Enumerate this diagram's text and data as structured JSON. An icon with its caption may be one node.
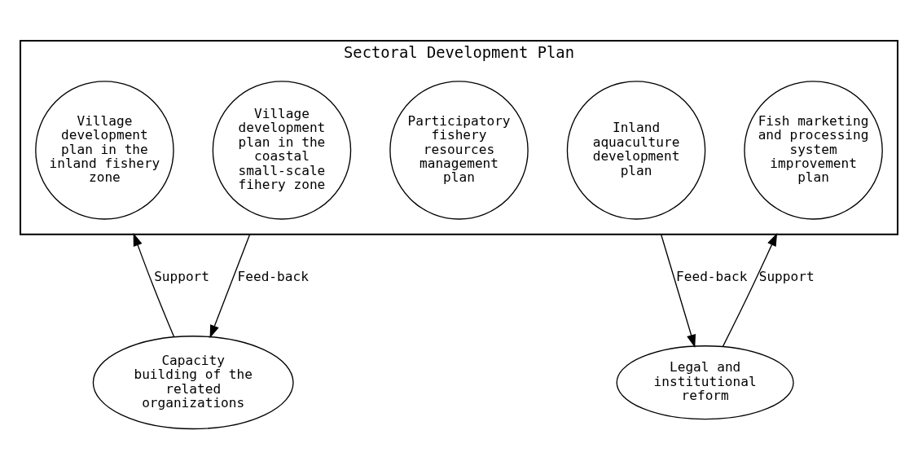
{
  "diagram": {
    "nodes": [
      {
        "text": [
          "Sectoral Development Plan"
        ]
      },
      {
        "text": [
          "Village development plan in the inland fishery zone"
        ],
        "in": 0
      },
      {
        "text": [
          "Village development plan in the coastal small-scale fihery zone"
        ],
        "in": 0
      },
      {
        "text": [
          "Participatory fishery resources management plan"
        ],
        "in": 0
      },
      {
        "text": [
          "Inland aquaculture development plan"
        ],
        "in": 0
      },
      {
        "text": [
          "Fish marketing and processing system improvement plan"
        ],
        "in": 0
      },
      {
        "text": [
          "Capacity building of the related organizations"
        ]
      },
      {
        "text": [
          "Legal and institutional reform"
        ]
      }
    ],
    "edges": [
      {
        "from": 6,
        "to": 0,
        "arrow": "to",
        "label": "Support"
      },
      {
        "from": 0,
        "to": 6,
        "arrow": "to",
        "label": "Feed-back"
      },
      {
        "from": 0,
        "to": 7,
        "arrow": "to",
        "label": "Feed-back"
      },
      {
        "from": 7,
        "to": 0,
        "arrow": "to",
        "label": "Support"
      }
    ]
  }
}
